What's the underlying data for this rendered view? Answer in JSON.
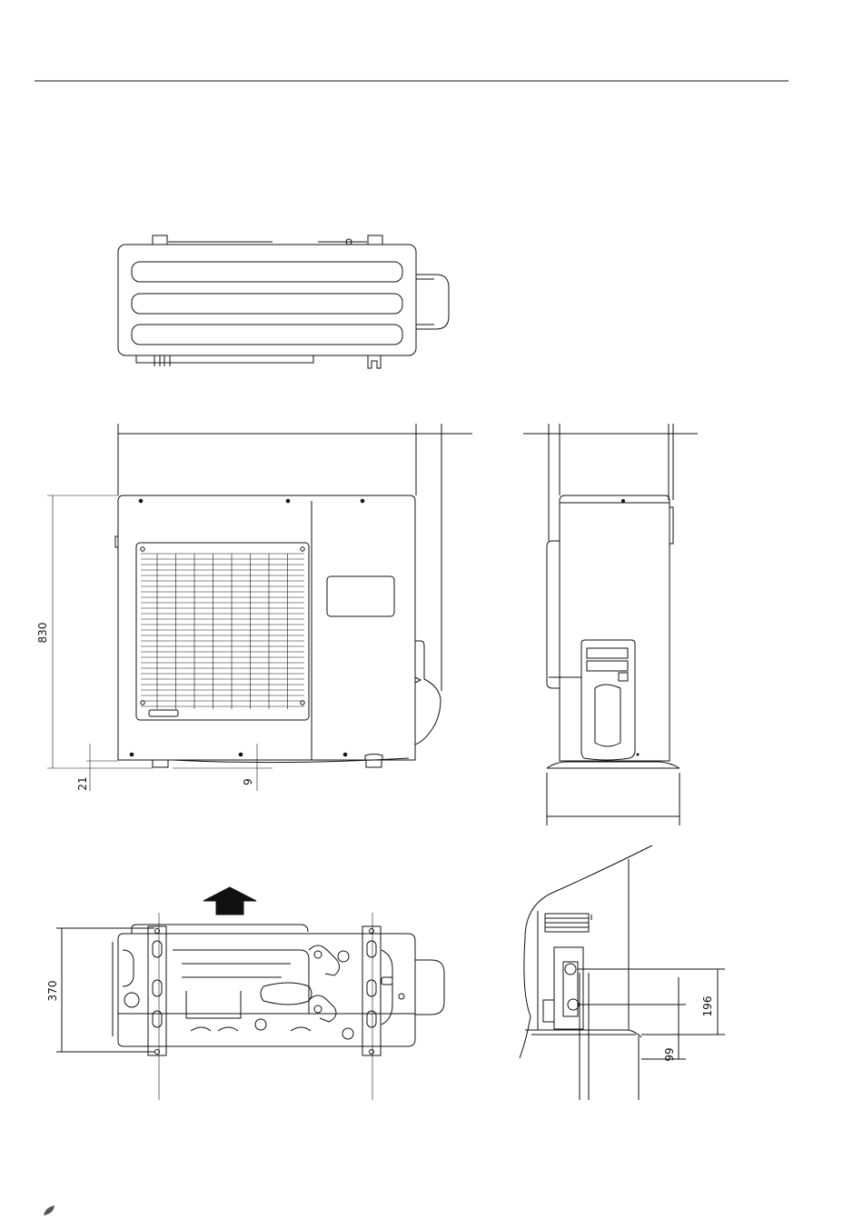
{
  "dimensions": {
    "height": "830",
    "base_offset": "21",
    "foot_offset": "9",
    "depth": "370",
    "pipe_upper": "196",
    "pipe_lower": "99"
  },
  "colors": {
    "line": "#111111",
    "background": "#ffffff"
  },
  "icons": {
    "footer": "leaf-icon",
    "direction": "arrow-up-icon"
  }
}
